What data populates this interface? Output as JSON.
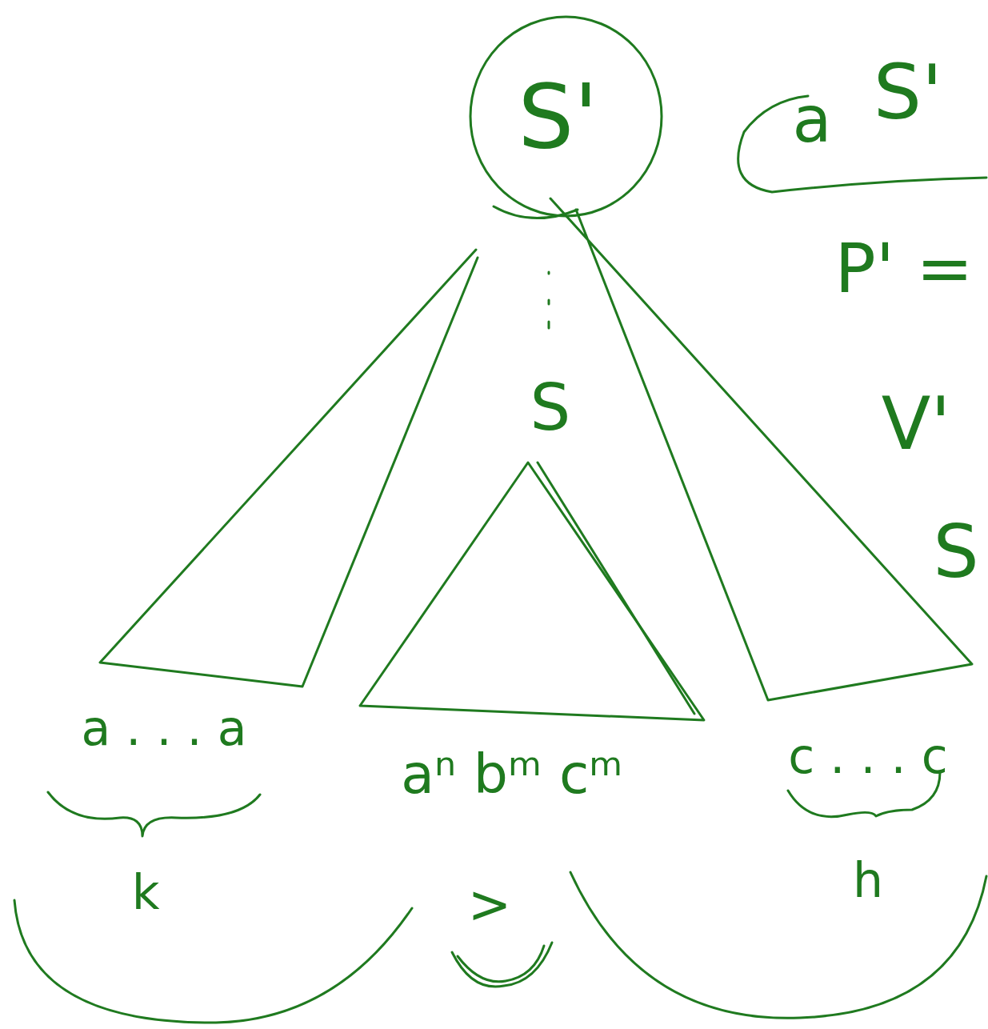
{
  "diagram": {
    "nodes": [
      {
        "text": [
          "S'"
        ]
      }
    ],
    "labels": [
      "a",
      "S'",
      "P' =",
      "V'",
      "S",
      "S",
      "a . . . a",
      "aⁿ bᵐ cᵐ",
      "c . . . c",
      "k",
      ">",
      "h"
    ]
  }
}
